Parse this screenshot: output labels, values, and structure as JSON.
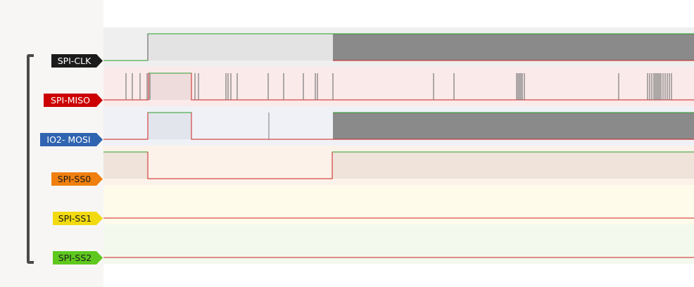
{
  "channels": [
    {
      "id": "clk",
      "label": "SPI-CLK",
      "tag_color": "#1b1b1b",
      "text_color": "#ffffff",
      "bg_color": "#efefef"
    },
    {
      "id": "miso",
      "label": "SPI-MISO",
      "tag_color": "#cc0000",
      "text_color": "#ffffff",
      "bg_color": "#fbeaea"
    },
    {
      "id": "mosi",
      "label": "IO2- MOSI",
      "tag_color": "#2f64b0",
      "text_color": "#ffffff",
      "bg_color": "#eff1f6"
    },
    {
      "id": "ss0",
      "label": "SPI-SS0",
      "tag_color": "#f07f10",
      "text_color": "#1a1a1a",
      "bg_color": "#fcf2ea"
    },
    {
      "id": "ss1",
      "label": "SPI-SS1",
      "tag_color": "#f2da10",
      "text_color": "#1a1a1a",
      "bg_color": "#fffbea"
    },
    {
      "id": "ss2",
      "label": "SPI-SS2",
      "tag_color": "#5ec81e",
      "text_color": "#1a1a1a",
      "bg_color": "#f4f9ee"
    }
  ],
  "colors": {
    "low_line": "#cc1f1f",
    "high_line": "#2aa02a",
    "busy_fill": "#8a8a8a",
    "pulse_fill": "#e3e3e3",
    "bracket": "#4a4a4a"
  }
}
